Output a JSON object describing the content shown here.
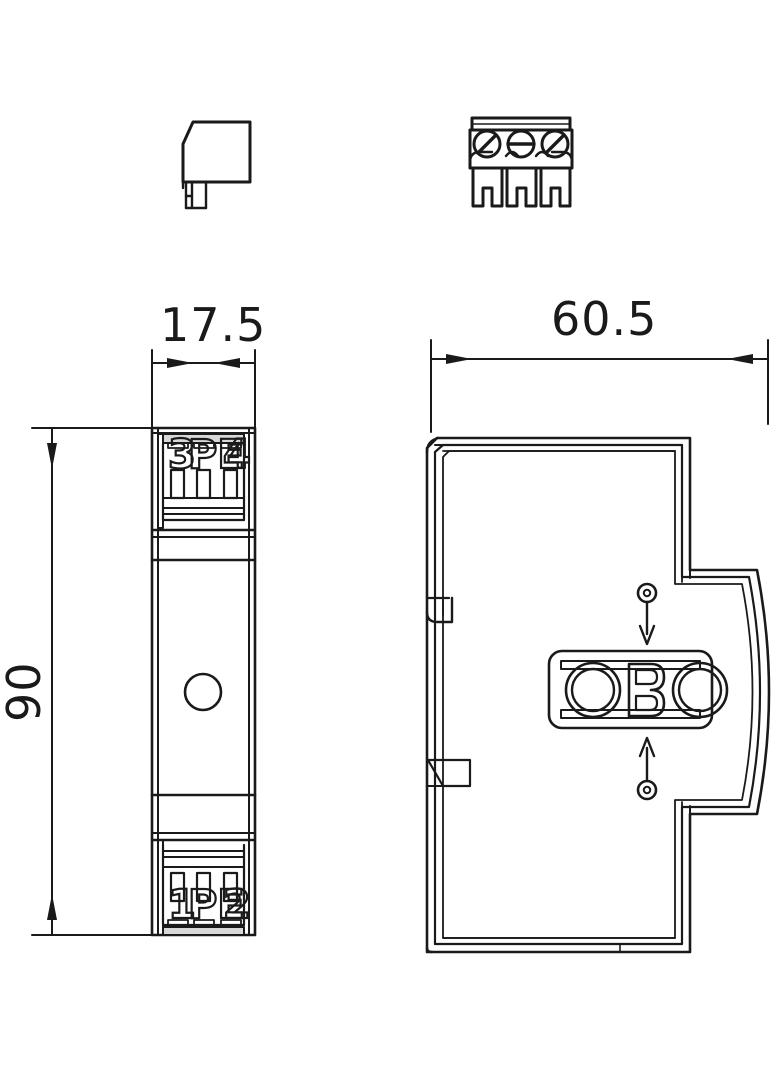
{
  "drawing": {
    "title": "Surge protective device - dimensioned technical drawing",
    "line_color": "#1a1a1a",
    "background": "#ffffff",
    "units": "mm"
  },
  "dimensions": {
    "width": {
      "value": "17.5",
      "unit": "mm",
      "orientation": "horizontal"
    },
    "depth": {
      "value": "60.5",
      "unit": "mm",
      "orientation": "horizontal"
    },
    "height": {
      "value": "90",
      "unit": "mm",
      "orientation": "vertical"
    }
  },
  "views": {
    "detail_left": {
      "name": "connector-side-detail"
    },
    "detail_right": {
      "name": "terminal-block-front-detail",
      "poles": 3,
      "screws": 3
    },
    "front": {
      "name": "front-view"
    },
    "side": {
      "name": "side-view"
    }
  },
  "terminals": {
    "top": {
      "labels": [
        "3",
        "PE",
        "4"
      ]
    },
    "bottom": {
      "labels": [
        "1",
        "PE",
        "2"
      ]
    }
  },
  "branding": {
    "logo_text": "OBO",
    "logo_letters": [
      "O",
      "B",
      "O"
    ]
  },
  "markers": {
    "pin_top": {
      "name": "din-rail-pin-marker-top",
      "direction": "down"
    },
    "pin_bottom": {
      "name": "din-rail-pin-marker-bottom",
      "direction": "up"
    }
  }
}
